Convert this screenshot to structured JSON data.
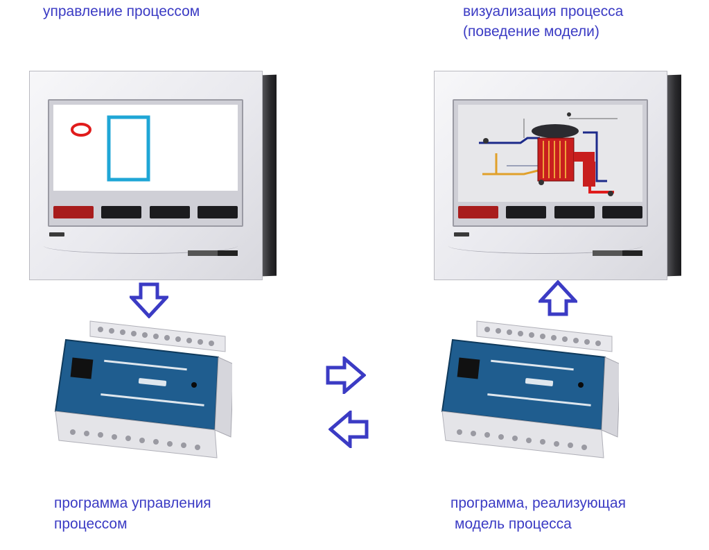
{
  "captions": {
    "top_left": "управление процессом",
    "top_right_line1": "визуализация процесса",
    "top_right_line2": "(поведение модели)",
    "bottom_left_line1": "программа управления",
    "bottom_left_line2": "процессом",
    "bottom_right_line1": "программа, реализующая",
    "bottom_right_line2": "модель процесса"
  },
  "colors": {
    "caption_text": "#3b3bc4",
    "arrow": "#3b3bc4",
    "plc_body": "#1f5d8f",
    "hmi_red_button": "#a81c1c",
    "shape_circle": "#e01c1c",
    "shape_rectangle": "#1fa6d6"
  },
  "icons": {
    "down_arrow": "outlined-down-arrow-icon",
    "up_arrow": "outlined-up-arrow-icon",
    "right_arrow": "outlined-right-arrow-icon",
    "left_arrow": "outlined-left-arrow-icon"
  }
}
